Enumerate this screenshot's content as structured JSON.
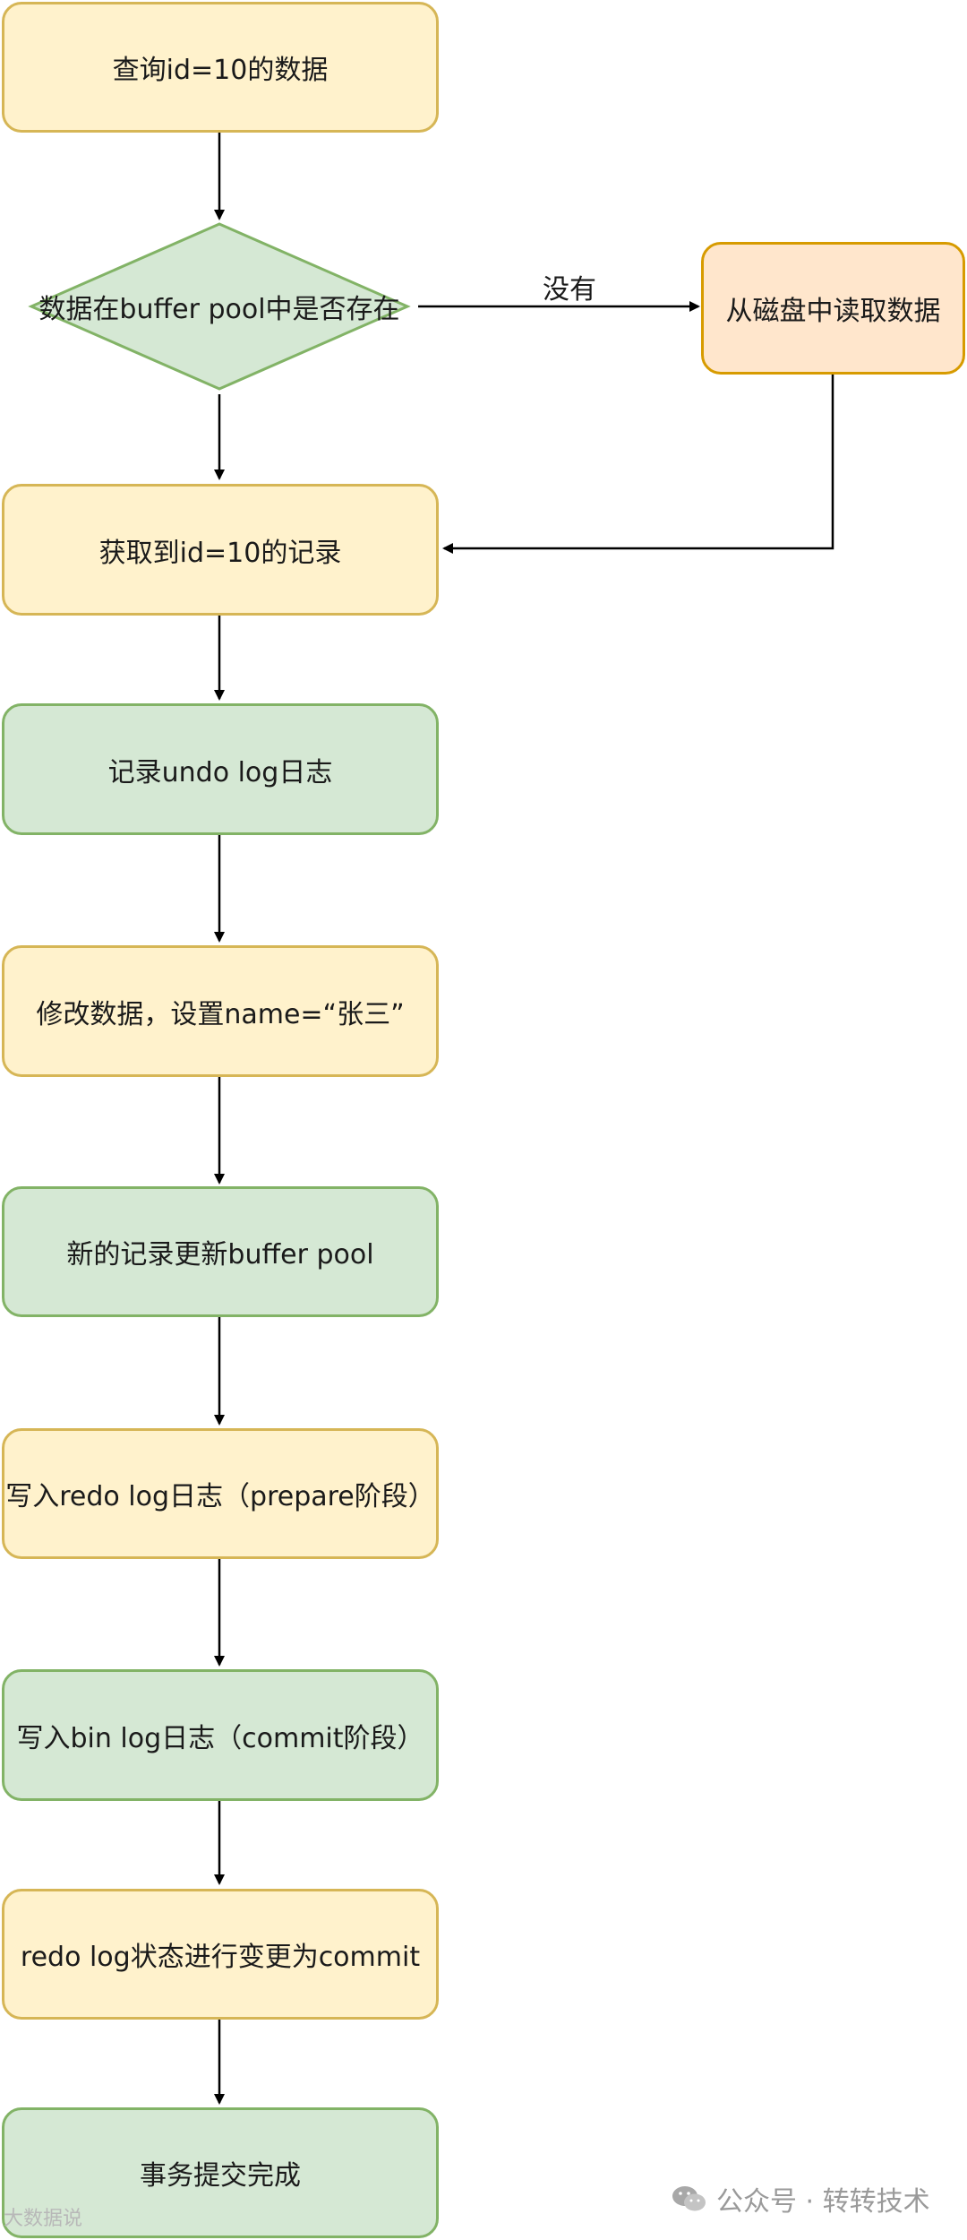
{
  "nodes": {
    "query": "查询id=10的数据",
    "decision": "数据在buffer pool中是否存在",
    "read_disk": "从磁盘中读取数据",
    "get_record": "获取到id=10的记录",
    "undo_log": "记录undo log日志",
    "modify": "修改数据，设置name=“张三”",
    "update_pool": "新的记录更新buffer pool",
    "redo_prepare": "写入redo log日志（prepare阶段）",
    "binlog_commit": "写入bin log日志（commit阶段）",
    "redo_commit": "redo log状态进行变更为commit",
    "done": "事务提交完成"
  },
  "edge_labels": {
    "no": "没有"
  },
  "watermarks": {
    "left": "大数据说",
    "right": "公众号 · 转转技术"
  },
  "colors": {
    "yellow_fill": "#fff2cc",
    "yellow_stroke": "#d6b656",
    "green_fill": "#d5e8d4",
    "green_stroke": "#82b366",
    "orange_fill": "#ffe6cc",
    "orange_stroke": "#d79b00"
  }
}
